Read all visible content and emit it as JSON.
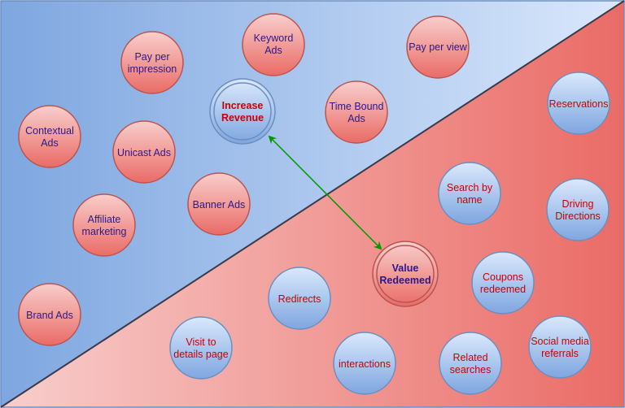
{
  "colors": {
    "blue_region_dark": "#7ea6e0",
    "blue_region_light": "#dae8fc",
    "red_region_light": "#f8cecc",
    "red_region_dark": "#ea6b66",
    "red_node_fill_light": "#f8cecc",
    "red_node_fill_dark": "#ea6b66",
    "red_node_stroke": "#b85450",
    "blue_node_fill_light": "#dae8fc",
    "blue_node_fill_dark": "#7ea6e0",
    "blue_node_stroke": "#6c8ebf",
    "text_on_red": "#2a1a8a",
    "text_on_blue": "#cc0000",
    "connector": "#009900",
    "diagonal": "#3a3a4a"
  },
  "connector": {
    "style": "double-headed arrow",
    "from": "increase_revenue",
    "to": "value_redeemed"
  },
  "nodes": {
    "keyword_ads": {
      "label": [
        "Keyword",
        "Ads"
      ],
      "type": "red"
    },
    "pay_per_view": {
      "label": [
        "Pay per view"
      ],
      "type": "red"
    },
    "pay_per_impression": {
      "label": [
        "Pay per",
        "impression"
      ],
      "type": "red"
    },
    "increase_revenue": {
      "label": [
        "Increase",
        "Revenue"
      ],
      "type": "blue-hub"
    },
    "time_bound_ads": {
      "label": [
        "Time Bound",
        "Ads"
      ],
      "type": "red"
    },
    "contextual_ads": {
      "label": [
        "Contextual",
        "Ads"
      ],
      "type": "red"
    },
    "unicast_ads": {
      "label": [
        "Unicast Ads"
      ],
      "type": "red"
    },
    "banner_ads": {
      "label": [
        "Banner Ads"
      ],
      "type": "red"
    },
    "affiliate_marketing": {
      "label": [
        "Affiliate",
        "marketing"
      ],
      "type": "red"
    },
    "brand_ads": {
      "label": [
        "Brand Ads"
      ],
      "type": "red"
    },
    "reservations": {
      "label": [
        "Reservations"
      ],
      "type": "blue"
    },
    "search_by_name": {
      "label": [
        "Search by",
        "name"
      ],
      "type": "blue"
    },
    "driving_directions": {
      "label": [
        "Driving",
        "Directions"
      ],
      "type": "blue"
    },
    "value_redeemed": {
      "label": [
        "Value",
        "Redeemed"
      ],
      "type": "red-hub"
    },
    "coupons_redeemed": {
      "label": [
        "Coupons",
        "redeemed"
      ],
      "type": "blue"
    },
    "redirects": {
      "label": [
        "Redirects"
      ],
      "type": "blue"
    },
    "visit_to_details_page": {
      "label": [
        "Visit to",
        "details page"
      ],
      "type": "blue"
    },
    "interactions": {
      "label": [
        "interactions"
      ],
      "type": "blue"
    },
    "related_searches": {
      "label": [
        "Related",
        "searches"
      ],
      "type": "blue"
    },
    "social_media_referrals": {
      "label": [
        "Social media",
        "referrals"
      ],
      "type": "blue"
    }
  }
}
